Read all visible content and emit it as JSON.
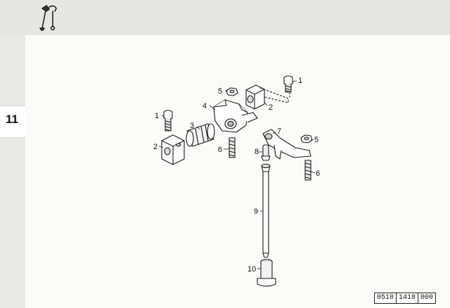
{
  "chapter": {
    "number": "11"
  },
  "header_icon": "valve-tools-icon",
  "parts": [
    {
      "ref": "1"
    },
    {
      "ref": "5"
    },
    {
      "ref": "4"
    },
    {
      "ref": "2"
    },
    {
      "ref": "1"
    },
    {
      "ref": "3"
    },
    {
      "ref": "7"
    },
    {
      "ref": "5"
    },
    {
      "ref": "2"
    },
    {
      "ref": "6"
    },
    {
      "ref": "8"
    },
    {
      "ref": "6"
    },
    {
      "ref": "9"
    },
    {
      "ref": "10"
    }
  ],
  "reference_code": {
    "part1": "0510",
    "part2": "1418",
    "part3": "000"
  }
}
